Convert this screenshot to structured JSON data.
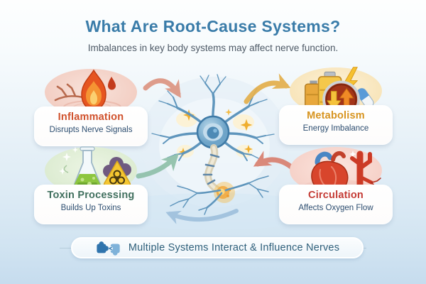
{
  "header": {
    "title": "What Are Root-Cause Systems?",
    "subtitle": "Imbalances in key body systems may affect nerve function."
  },
  "cards": [
    {
      "title": "Inflammation",
      "subtitle": "Disrupts Nerve Signals",
      "icon": "flame-nerve-icon",
      "title_color": "#d0512c",
      "bubble_color": "#f3cfc4"
    },
    {
      "title": "Metabolism",
      "subtitle": "Energy Imbalance",
      "icon": "battery-energy-icon",
      "title_color": "#d79420",
      "bubble_color": "#f8e5bb"
    },
    {
      "title": "Toxin Processing",
      "subtitle": "Builds Up Toxins",
      "icon": "flask-biohazard-icon",
      "title_color": "#41705f",
      "bubble_color": "#ddecd2"
    },
    {
      "title": "Circulation",
      "subtitle": "Affects Oxygen Flow",
      "icon": "heart-vessels-icon",
      "title_color": "#c43a34",
      "bubble_color": "#f6d2c9"
    }
  ],
  "center": {
    "illustration": "neuron",
    "accents": "gold-sparkles"
  },
  "arrows": [
    {
      "name": "inflammation-to-neuron",
      "color": "#dd9582"
    },
    {
      "name": "neuron-to-metabolism",
      "color": "#e3af4c"
    },
    {
      "name": "toxin-to-neuron",
      "color": "#8fc0a9"
    },
    {
      "name": "circulation-to-neuron",
      "color": "#d98070"
    },
    {
      "name": "neuron-feedback-loop",
      "color": "#9fc0dd"
    }
  ],
  "footer": {
    "icon": "puzzle-icon",
    "label": "Multiple Systems Interact & Influence Nerves"
  },
  "colors": {
    "title_text": "#3a7ca9",
    "subtitle_text": "#4e5a66",
    "card_subtitle_text": "#2d4e70",
    "footer_text": "#2e5f7a",
    "background_top": "#fdfefe",
    "background_bottom": "#c6dcee",
    "neuron_blue": "#5e95bc",
    "sparkle_gold": "#efae2e"
  }
}
